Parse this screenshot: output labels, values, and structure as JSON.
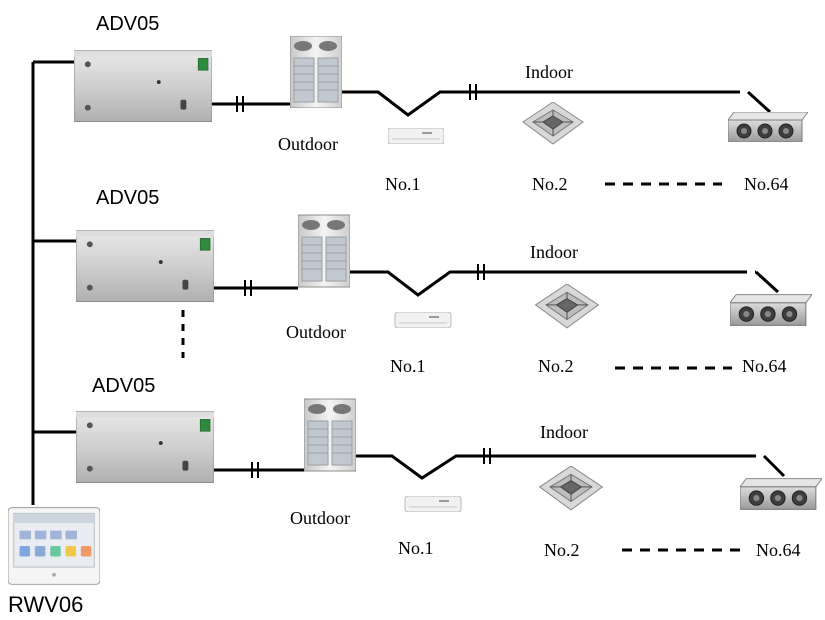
{
  "diagram": {
    "controller": {
      "label": "RWV06"
    },
    "rows": [
      {
        "gateway": "ADV05",
        "outdoor": "Outdoor",
        "indoor": "Indoor",
        "unit1": "No.1",
        "unit2": "No.2",
        "unit3": "No.64"
      },
      {
        "gateway": "ADV05",
        "outdoor": "Outdoor",
        "indoor": "Indoor",
        "unit1": "No.1",
        "unit2": "No.2",
        "unit3": "No.64"
      },
      {
        "gateway": "ADV05",
        "outdoor": "Outdoor",
        "indoor": "Indoor",
        "unit1": "No.1",
        "unit2": "No.2",
        "unit3": "No.64"
      }
    ]
  },
  "icons": {
    "gateway": "gateway-device-icon",
    "outdoor": "outdoor-unit-icon",
    "wall": "wall-mounted-indoor-unit-icon",
    "cassette": "ceiling-cassette-unit-icon",
    "duct": "duct-unit-icon",
    "controller": "touch-panel-controller-icon"
  }
}
